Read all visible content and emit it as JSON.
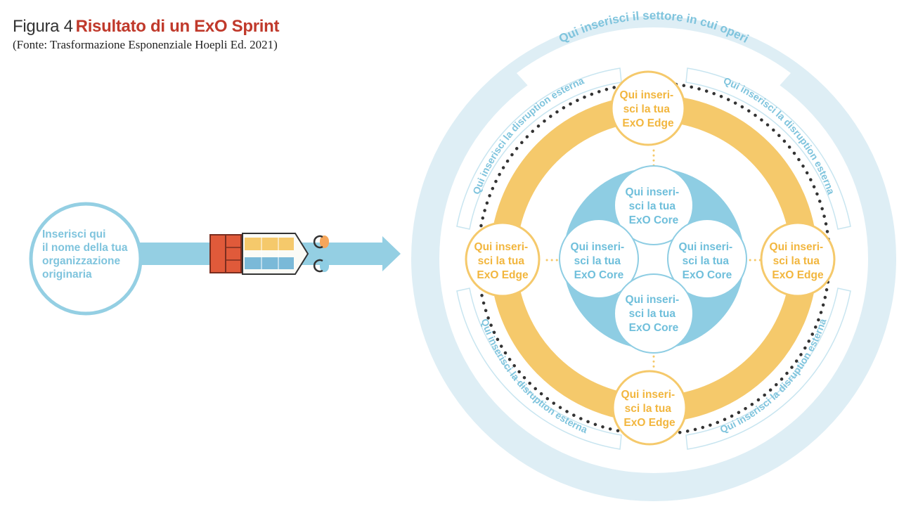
{
  "figure": {
    "number": "Figura 4",
    "title": "Risultato di un ExO Sprint",
    "source": "(Fonte: Trasformazione Esponenziale Hoepli Ed. 2021)"
  },
  "organization": {
    "lines": [
      "Inserisci qui",
      "il nome della tua",
      "organizzazione",
      "originaria"
    ]
  },
  "outer_ring": {
    "sector_label": "Qui inserisci il settore in cui operi",
    "disruption_label": "Qui inserisci la disruption esterna"
  },
  "edges": [
    {
      "lines": [
        "Qui inseri-",
        "sci la tua",
        "ExO Edge"
      ]
    },
    {
      "lines": [
        "Qui inseri-",
        "sci la tua",
        "ExO Edge"
      ]
    },
    {
      "lines": [
        "Qui inseri-",
        "sci la tua",
        "ExO Edge"
      ]
    },
    {
      "lines": [
        "Qui inseri-",
        "sci la tua",
        "ExO Edge"
      ]
    }
  ],
  "cores": [
    {
      "lines": [
        "Qui inseri-",
        "sci la tua",
        "ExO Core"
      ]
    },
    {
      "lines": [
        "Qui inseri-",
        "sci la tua",
        "ExO Core"
      ]
    },
    {
      "lines": [
        "Qui inseri-",
        "sci la tua",
        "ExO Core"
      ]
    },
    {
      "lines": [
        "Qui inseri-",
        "sci la tua",
        "ExO Core"
      ]
    }
  ],
  "colors": {
    "accent_title": "#c0392b",
    "edge_yellow": "#f5c96b",
    "core_blue": "#8ecde3",
    "outer_pale_blue": "#deeef5"
  }
}
